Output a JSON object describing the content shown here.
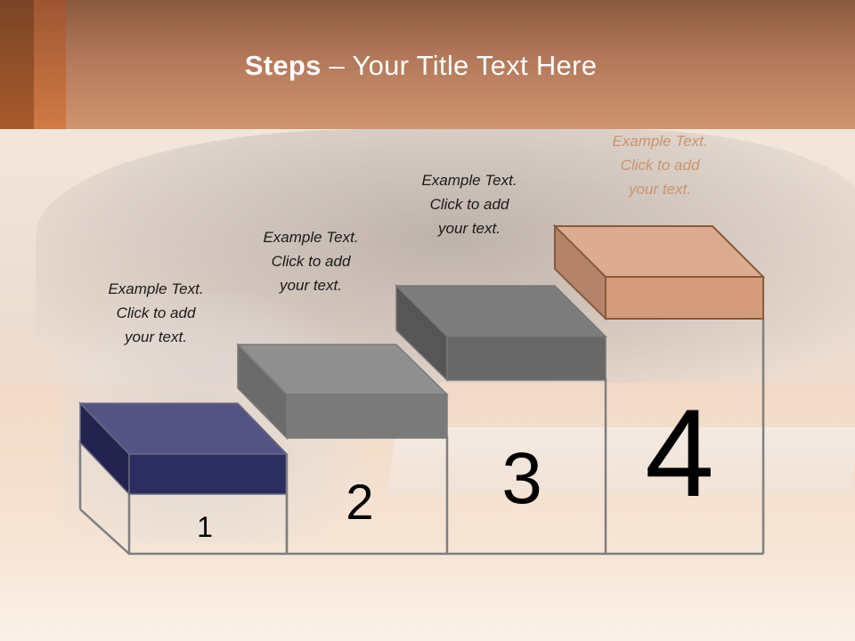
{
  "title": {
    "bold": "Steps",
    "rest": " – Your Title Text Here"
  },
  "steps": [
    {
      "number": "1",
      "caption": [
        "Example Text.",
        "Click  to add",
        "your text."
      ],
      "color": "#2b2c5e"
    },
    {
      "number": "2",
      "caption": [
        "Example Text.",
        "Click  to add",
        "your text."
      ],
      "color": "#727272"
    },
    {
      "number": "3",
      "caption": [
        "Example Text.",
        "Click  to add",
        "your text."
      ],
      "color": "#666666"
    },
    {
      "number": "4",
      "caption": [
        "Example Text.",
        "Click  to add",
        "your text."
      ],
      "color": "#d99c78"
    }
  ],
  "colors": {
    "header": "#c68a65",
    "accent_dark": "#9a5229",
    "accent_light": "#c96f3c",
    "step_outline": "#7f7f7f",
    "faded_caption": "#c9956e"
  }
}
